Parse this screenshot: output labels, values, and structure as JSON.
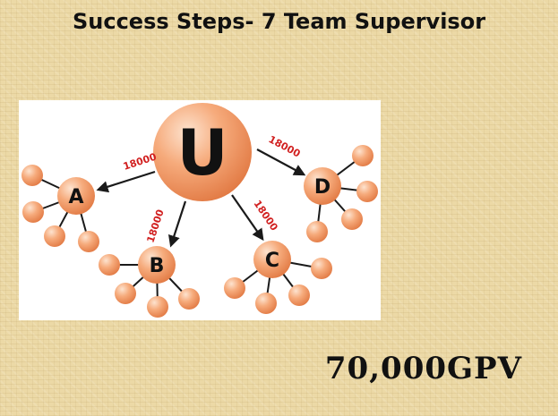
{
  "slide": {
    "title": "Success Steps- 7 Team Supervisor",
    "gpv_label": "70,000GPV"
  },
  "diagram": {
    "center": {
      "label": "U"
    },
    "teams": [
      {
        "label": "A",
        "edge_value": "18000"
      },
      {
        "label": "B",
        "edge_value": "18000"
      },
      {
        "label": "C",
        "edge_value": "18000"
      },
      {
        "label": "D",
        "edge_value": "18000"
      }
    ],
    "colors": {
      "node_fill": "#f5a878",
      "node_dark": "#e57c48",
      "edge_label": "#d11f1f",
      "arrow": "#1a1a1a"
    }
  }
}
